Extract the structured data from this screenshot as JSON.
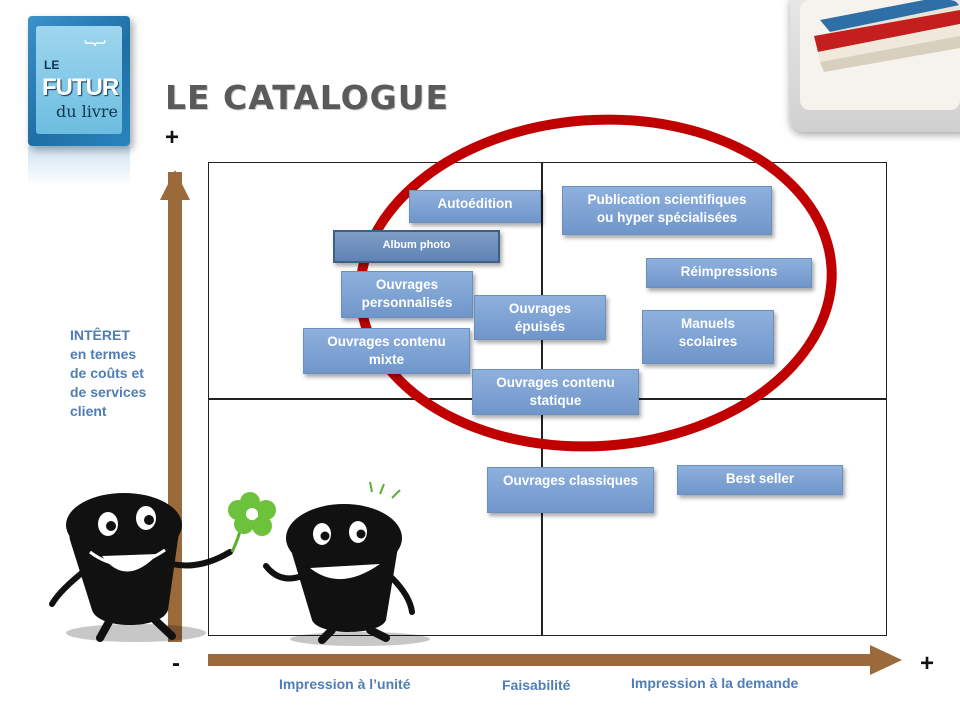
{
  "header": {
    "title": "LE CATALOGUE",
    "logo": {
      "le": "LE",
      "futur": "FUTUR",
      "dulivre": "du livre"
    }
  },
  "axes": {
    "y_label": "INTÊRET\nen termes\nde coûts et\nde services\nclient",
    "y_plus": "+",
    "x_minus": "-",
    "x_plus": "+",
    "x_left_label": "Impression à l’unité",
    "x_center_label": "Faisabilité",
    "x_right_label": "Impression à la demande"
  },
  "boxes": [
    {
      "id": "autoedition",
      "label": "Autoédition"
    },
    {
      "id": "publication-scientifique",
      "label": "Publication scientifiques\nou hyper spécialisées"
    },
    {
      "id": "album-photo",
      "label": "Album photo"
    },
    {
      "id": "reimpressions",
      "label": "Réimpressions"
    },
    {
      "id": "ouvrages-personnalises",
      "label": "Ouvrages\npersonnalisés"
    },
    {
      "id": "ouvrages-epuises",
      "label": "Ouvrages\népuisés"
    },
    {
      "id": "manuels-scolaires",
      "label": "Manuels\nscolaires"
    },
    {
      "id": "ouvrages-contenu-mixte",
      "label": "Ouvrages contenu\nmixte"
    },
    {
      "id": "ouvrages-contenu-statique",
      "label": "Ouvrages contenu\nstatique"
    },
    {
      "id": "ouvrages-classiques",
      "label": "Ouvrages classiques"
    },
    {
      "id": "best-seller",
      "label": "Best seller"
    }
  ],
  "colors": {
    "ellipse": "#c00000",
    "box": "#7fa2d4",
    "arrow": "#9a6a3a",
    "axis_text": "#4f7db6"
  },
  "icons": [
    "logo-book-icon",
    "books-photo-icon",
    "clover-icon",
    "cartoon-character-icon"
  ]
}
